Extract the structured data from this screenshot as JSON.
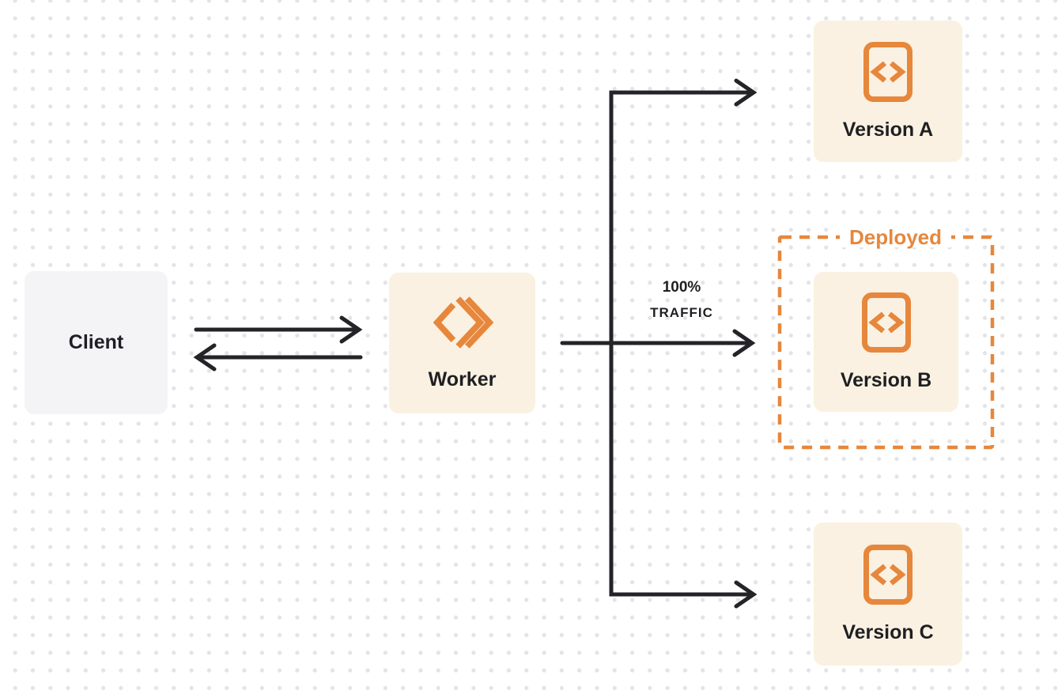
{
  "diagram": {
    "nodes": {
      "client": {
        "label": "Client"
      },
      "worker": {
        "label": "Worker",
        "icon": "cloudflare-workers-icon"
      },
      "version_a": {
        "label": "Version A",
        "icon": "code-file-icon"
      },
      "version_b": {
        "label": "Version B",
        "icon": "code-file-icon"
      },
      "version_c": {
        "label": "Version C",
        "icon": "code-file-icon"
      }
    },
    "deployed_group": {
      "label": "Deployed",
      "contains": "version_b"
    },
    "traffic_label": {
      "line1": "100%",
      "line2": "TRAFFIC"
    },
    "edges": [
      {
        "from": "client",
        "to": "worker"
      },
      {
        "from": "worker",
        "to": "client"
      },
      {
        "from": "worker",
        "to": "version_a"
      },
      {
        "from": "worker",
        "to": "version_b",
        "label": "100% TRAFFIC"
      },
      {
        "from": "worker",
        "to": "version_c"
      }
    ]
  },
  "colors": {
    "accent_orange": "#E6873C",
    "node_cream": "#FAF1E2",
    "node_gray": "#F4F4F6",
    "arrow_dark": "#242428",
    "label_dark": "#1F1F23",
    "dot_grid": "#E4E4E8",
    "background": "#FFFFFF"
  }
}
